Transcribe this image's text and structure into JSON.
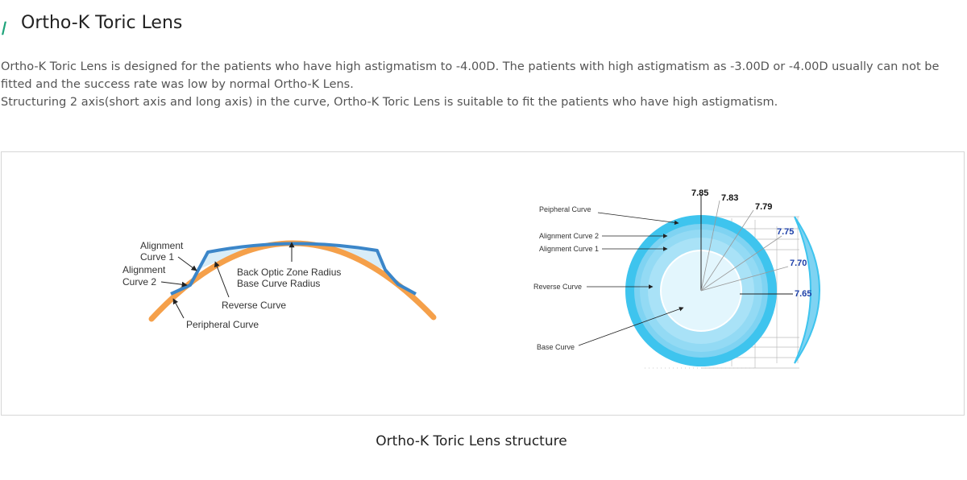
{
  "header": {
    "title": "Ortho-K Toric Lens",
    "accent_color": "#1fa37a"
  },
  "description": {
    "paragraph_1": "Ortho-K Toric Lens is designed for the patients who have high astigmatism to -4.00D. The patients with high astigmatism as -3.00D or -4.00D usually can not be fitted and the success rate was low by normal Ortho-K Lens.",
    "paragraph_2": "Structuring 2 axis(short axis and long axis) in the curve, Ortho-K Toric Lens is suitable to fit the patients who have high astigmatism."
  },
  "cross_section": {
    "labels": {
      "alignment_curve_1_line1": "Alignment",
      "alignment_curve_1_line2": "Curve 1",
      "alignment_curve_2_line1": "Alignment",
      "alignment_curve_2_line2": "Curve 2",
      "back_optic_line1": "Back Optic Zone Radius",
      "back_optic_line2": "Base Curve Radius",
      "reverse_curve": "Reverse Curve",
      "peripheral_curve": "Peripheral Curve"
    },
    "colors": {
      "cornea": "#f5a04a",
      "lens": "#3b86c9",
      "tear_fill": "#d6ecf8"
    }
  },
  "front_view": {
    "labels": {
      "peripheral_curve": "Peipheral Curve",
      "alignment_curve_2": "Alignment Curve 2",
      "alignment_curve_1": "Alignment Curve 1",
      "reverse_curve": "Reverse Curve",
      "base_curve": "Base Curve"
    },
    "values": [
      "7.85",
      "7.83",
      "7.79",
      "7.75",
      "7.70",
      "7.65"
    ],
    "colors": {
      "outer_ring": "#3ec4ee",
      "mid_ring": "#7fd3f2",
      "inner_ring": "#a9e2f7",
      "center": "#e3f6fd"
    }
  },
  "caption": "Ortho-K Toric Lens structure"
}
